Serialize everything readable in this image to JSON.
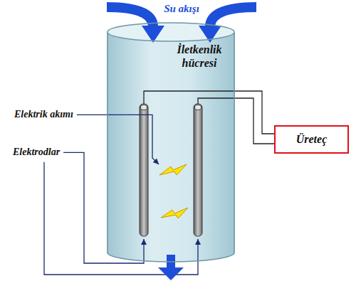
{
  "diagram": {
    "nodes": [
      {
        "text": [
          "İletkenlik hücresi"
        ]
      },
      {
        "text": [
          "Üreteç"
        ]
      }
    ],
    "labels": [
      "Su akışı",
      "Elektrik akımı",
      "Elektrodlar"
    ]
  }
}
